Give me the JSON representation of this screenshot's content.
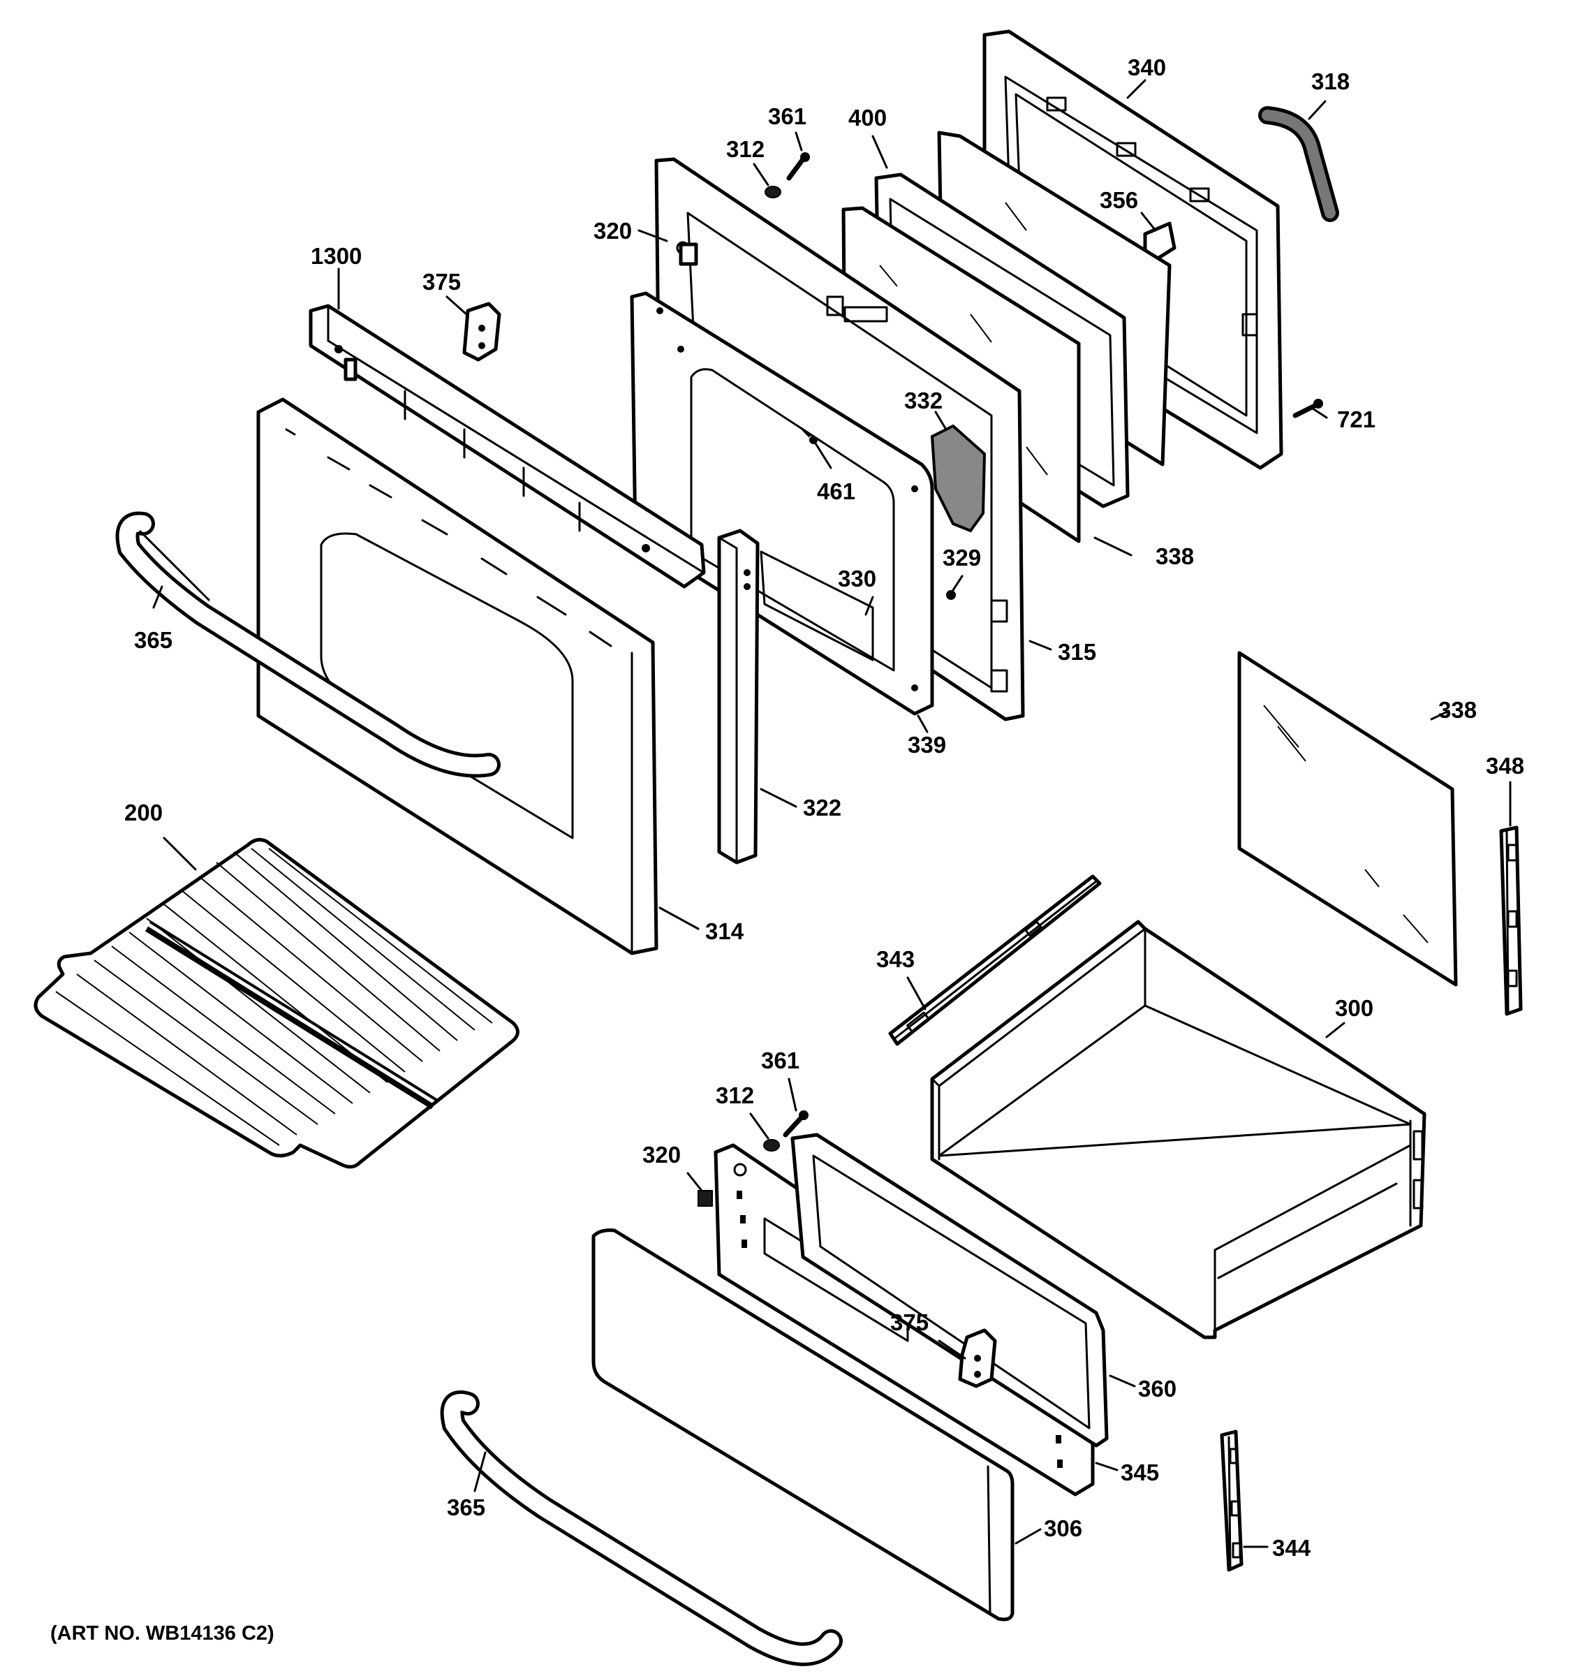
{
  "callouts": [
    {
      "id": "c340",
      "label": "340"
    },
    {
      "id": "c318",
      "label": "318"
    },
    {
      "id": "c361a",
      "label": "361"
    },
    {
      "id": "c400",
      "label": "400"
    },
    {
      "id": "c312a",
      "label": "312"
    },
    {
      "id": "c356",
      "label": "356"
    },
    {
      "id": "c320a",
      "label": "320"
    },
    {
      "id": "c1300",
      "label": "1300"
    },
    {
      "id": "c375a",
      "label": "375"
    },
    {
      "id": "c332",
      "label": "332"
    },
    {
      "id": "c721",
      "label": "721"
    },
    {
      "id": "c461",
      "label": "461"
    },
    {
      "id": "c338a",
      "label": "338"
    },
    {
      "id": "c329",
      "label": "329"
    },
    {
      "id": "c330",
      "label": "330"
    },
    {
      "id": "c365a",
      "label": "365"
    },
    {
      "id": "c315",
      "label": "315"
    },
    {
      "id": "c338b",
      "label": "338"
    },
    {
      "id": "c339",
      "label": "339"
    },
    {
      "id": "c348",
      "label": "348"
    },
    {
      "id": "c322",
      "label": "322"
    },
    {
      "id": "c200",
      "label": "200"
    },
    {
      "id": "c314",
      "label": "314"
    },
    {
      "id": "c343",
      "label": "343"
    },
    {
      "id": "c300",
      "label": "300"
    },
    {
      "id": "c361b",
      "label": "361"
    },
    {
      "id": "c312b",
      "label": "312"
    },
    {
      "id": "c320b",
      "label": "320"
    },
    {
      "id": "c375b",
      "label": "375"
    },
    {
      "id": "c360",
      "label": "360"
    },
    {
      "id": "c345",
      "label": "345"
    },
    {
      "id": "c365b",
      "label": "365"
    },
    {
      "id": "c306",
      "label": "306"
    },
    {
      "id": "c344",
      "label": "344"
    }
  ],
  "art_number": "(ART NO. WB14136 C2)"
}
